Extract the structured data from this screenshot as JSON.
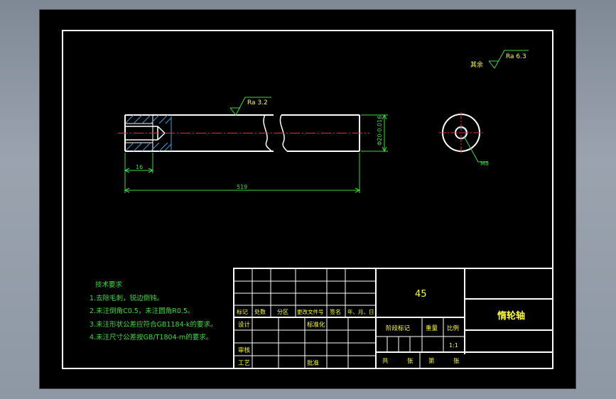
{
  "drawing": {
    "roughness_general": {
      "prefix": "其余",
      "value": "Ra 6.3"
    },
    "roughness_surface": "Ra 3.2",
    "dim_diameter": "Φ20-0.016",
    "dim_bore_depth": "16",
    "dim_length": "519",
    "thread_label": "M8"
  },
  "tech_notes": {
    "title": "技术要求",
    "items": [
      "1.去除毛刺，锐边倒钝。",
      "2.未注倒角C0.5，未注圆角R0.5。",
      "3.未注形状公差应符合GB1184-k的要求。",
      "4.未注尺寸公差按GB/T1804-m的要求。"
    ]
  },
  "title_block": {
    "material": "45",
    "part_name": "惰轮轴",
    "rev_headers": [
      "标记",
      "处数",
      "分区",
      "更改文件号",
      "签名",
      "年、月、日"
    ],
    "design": "设计",
    "standardize": "标准化",
    "review": "审核",
    "process": "工艺",
    "approve": "批准",
    "stage_mark": "阶段标记",
    "weight": "重量",
    "scale": "比例",
    "scale_value": "1:1",
    "sheets_total": "共",
    "sheets_word": "张",
    "sheet_no": "第",
    "sheet_word": "张"
  },
  "colors": {
    "outline": "#ffffff",
    "centerline": "#e03030",
    "dimension": "#3cdc3c",
    "hatch": "#3fa0e0",
    "text_yellow": "#ffff33",
    "text_green": "#3cdc3c"
  }
}
